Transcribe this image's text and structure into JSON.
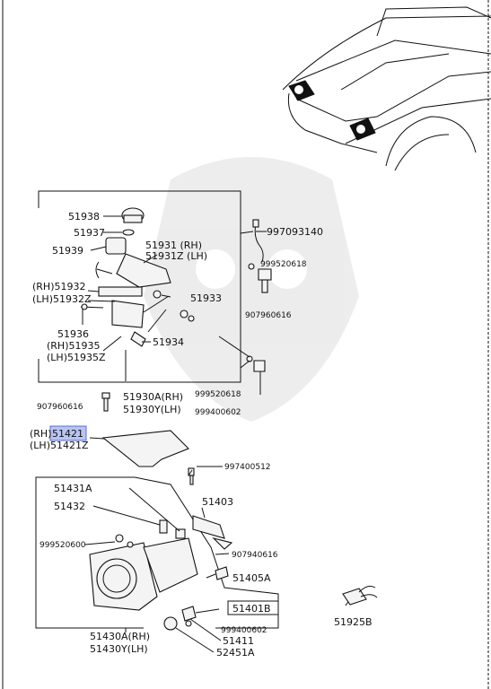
{
  "labels": {
    "p997093140": "997093140",
    "p51938": "51938",
    "p51937": "51937",
    "p51939": "51939",
    "p51931rh": "51931 (RH)",
    "p51931zlh": "51931Z (LH)",
    "p999520618a": "999520618",
    "rh51932": "(RH)51932",
    "lh51932z": "(LH)51932Z",
    "p51933": "51933",
    "p907960616a": "907960616",
    "p51936": "51936",
    "rh51935": "(RH)51935",
    "lh51935z": "(LH)51935Z",
    "p51934": "51934",
    "p999520618b": "999520618",
    "p907960616b": "907960616",
    "p51930arh": "51930A(RH)",
    "p51930ylh": "51930Y(LH)",
    "p999400602a": "999400602",
    "rh_prefix": "(RH)",
    "p51421": "51421",
    "lh51421z": "(LH)51421Z",
    "p997400512": "997400512",
    "p51431a": "51431A",
    "p51403": "51403",
    "p51432": "51432",
    "p999520600": "999520600",
    "p907940616": "907940616",
    "p51405a": "51405A",
    "p51401b": "51401B",
    "p999400602b": "999400602",
    "p51430arh": "51430A(RH)",
    "p51430ylh": "51430Y(LH)",
    "p51411": "51411",
    "p52451a": "52451A",
    "p51925b": "51925B"
  },
  "highlight_color": "#b9c4f0"
}
